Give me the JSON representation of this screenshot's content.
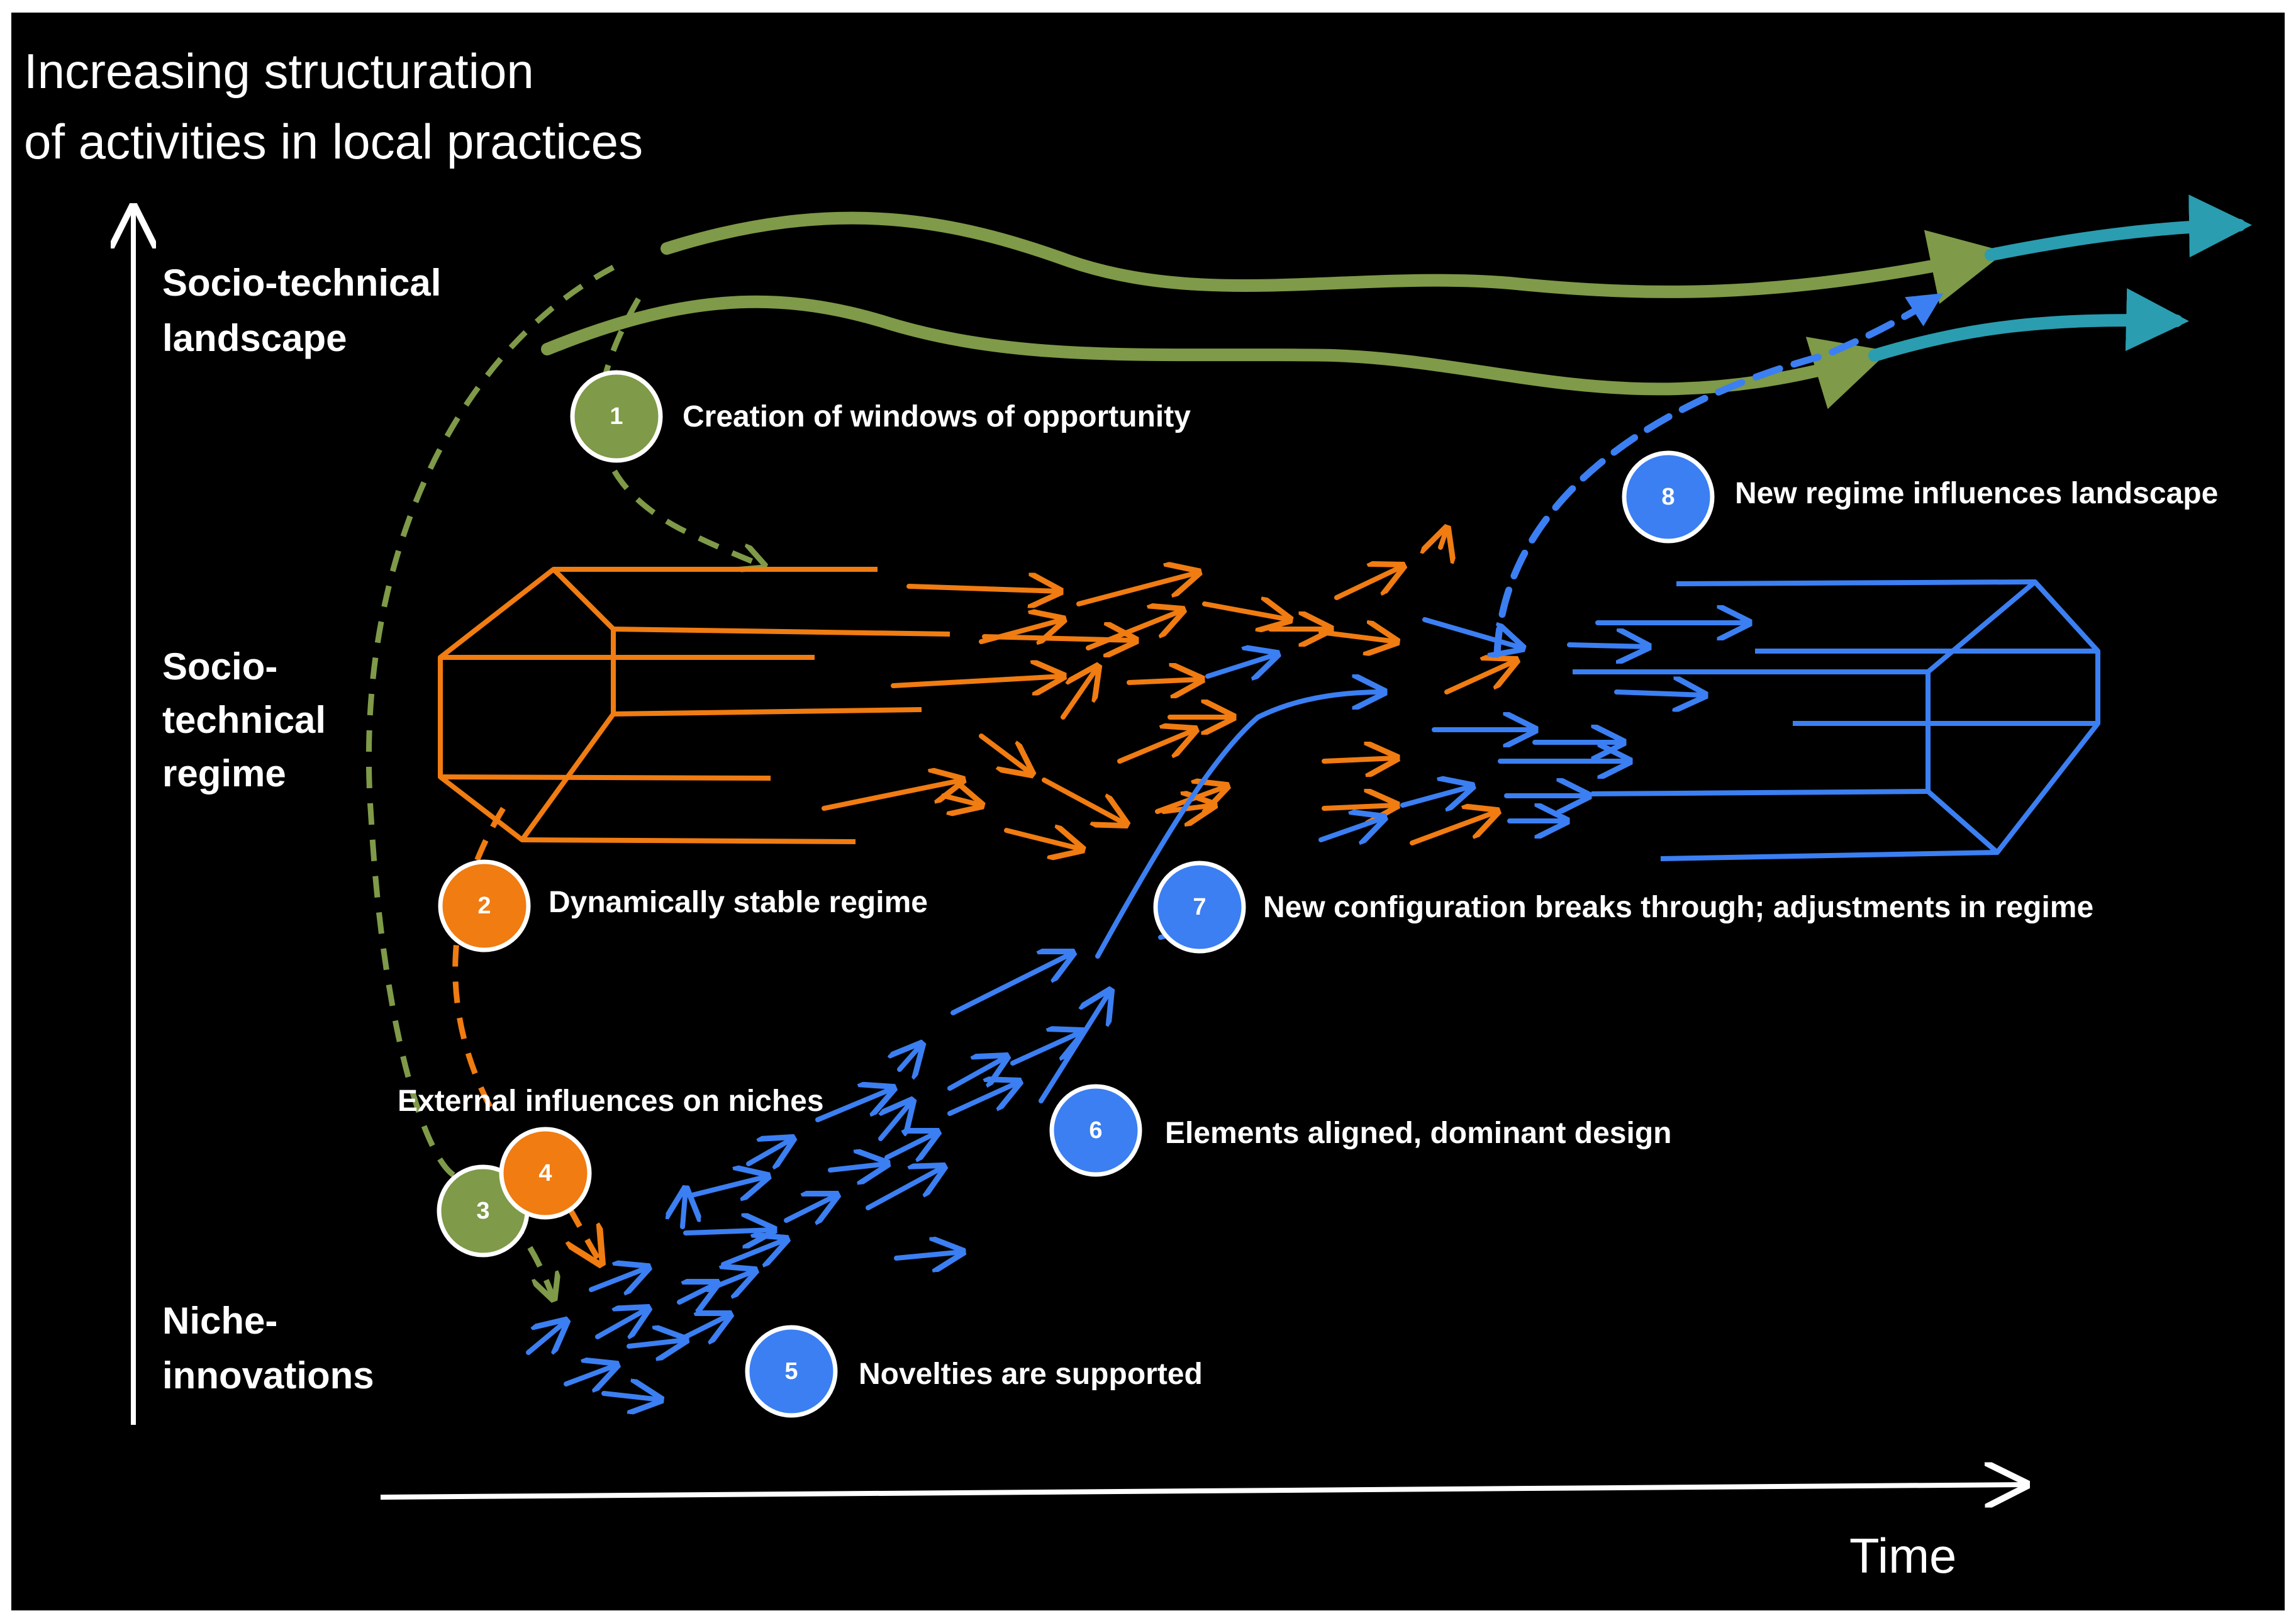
{
  "diagram": {
    "y_axis_title": [
      "Increasing structuration",
      "of activities in local practices"
    ],
    "x_axis_label": "Time",
    "levels": {
      "landscape": [
        "Socio-technical",
        "landscape"
      ],
      "regime": [
        "Socio-",
        "technical",
        "regime"
      ],
      "niche": [
        "Niche-",
        "innovations"
      ]
    },
    "steps": [
      {
        "number": "1",
        "label": "Creation of windows of opportunity",
        "color": "#7f9a48"
      },
      {
        "number": "2",
        "label": "Dynamically stable regime",
        "color": "#f07c12"
      },
      {
        "number": "3",
        "label": "",
        "color": "#7f9a48"
      },
      {
        "number": "4",
        "label": "External influences on niches",
        "color": "#f07c12"
      },
      {
        "number": "5",
        "label": "Novelties are supported",
        "color": "#3b7ff2"
      },
      {
        "number": "6",
        "label": "Elements aligned, dominant design",
        "color": "#3b7ff2"
      },
      {
        "number": "7",
        "label": "New configuration breaks through; adjustments in regime",
        "color": "#3b7ff2"
      },
      {
        "number": "8",
        "label": "New regime influences landscape",
        "color": "#3b7ff2"
      }
    ],
    "colors": {
      "background": "#000000",
      "frame": "#ffffff",
      "landscape": "#7f9a48",
      "landscape_new": "#2a9db0",
      "regime": "#f07c12",
      "niche": "#3b7ff2",
      "text": "#ffffff"
    }
  }
}
